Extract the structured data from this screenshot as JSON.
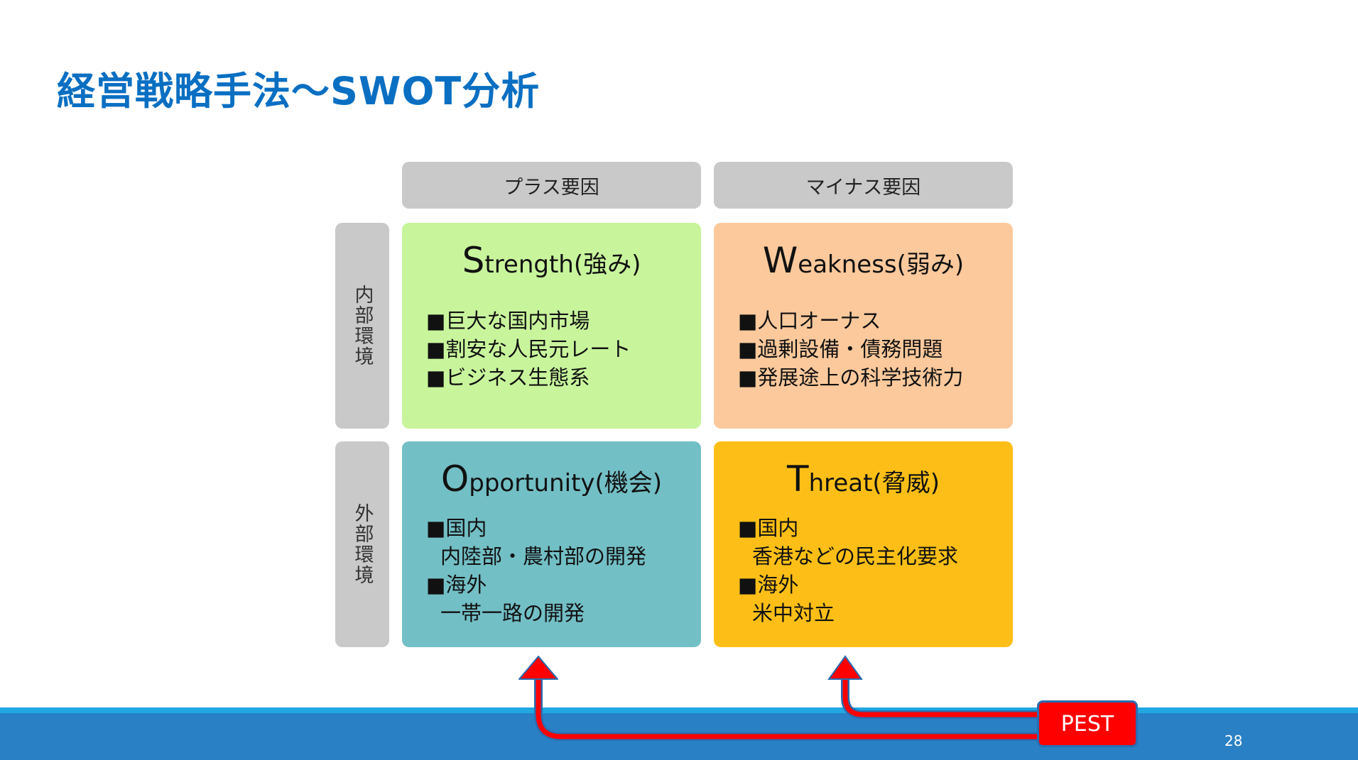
{
  "title": "経営戦略手法～SWOT分析",
  "columns": [
    "プラス要因",
    "マイナス要因"
  ],
  "rows": [
    "内部環境",
    "外部環境"
  ],
  "cells": {
    "strength": {
      "initial": "S",
      "rest": "trength(強み)",
      "items": [
        "■巨大な国内市場",
        "■割安な人民元レート",
        "■ビジネス生態系"
      ]
    },
    "weakness": {
      "initial": "W",
      "rest": "eakness(弱み)",
      "items": [
        "■人口オーナス",
        "■過剰設備・債務問題",
        "■発展途上の科学技術力"
      ]
    },
    "opportunity": {
      "initial": "O",
      "rest": "pportunity(機会)",
      "items": [
        "■国内",
        "内陸部・農村部の開発",
        "■海外",
        "一帯一路の開発"
      ]
    },
    "threat": {
      "initial": "T",
      "rest": "hreat(脅威)",
      "items": [
        "■国内",
        "香港などの民主化要求",
        "■海外",
        "米中対立"
      ]
    }
  },
  "pest_label": "PEST",
  "page_number": "28",
  "colors": {
    "title": "#0a6fc2",
    "strength": "#c8f59c",
    "weakness": "#fcc99c",
    "opportunity": "#73bfc6",
    "threat": "#fdbf17",
    "arrow": "#ff0000"
  }
}
